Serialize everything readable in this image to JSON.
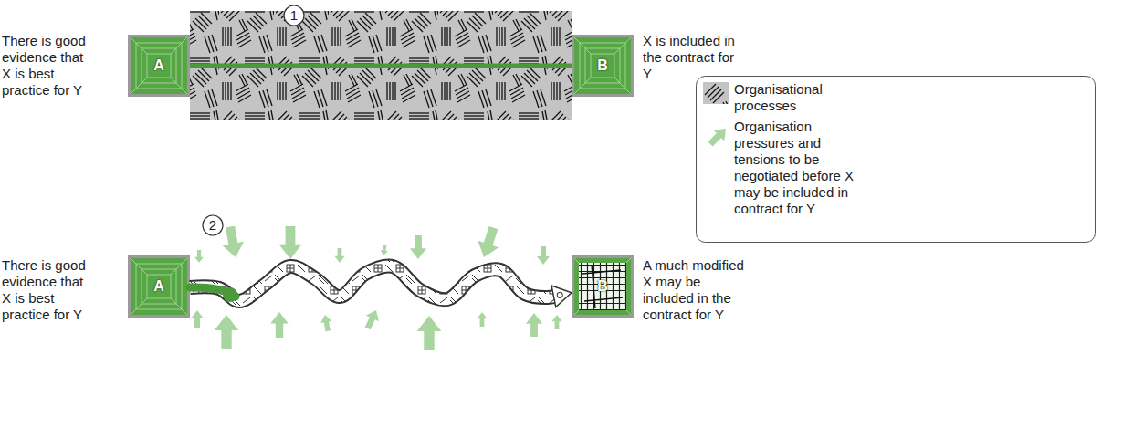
{
  "diagram": {
    "nodes": [
      {
        "text": [
          "A"
        ]
      },
      {
        "text": [
          "B"
        ]
      },
      {
        "text": [
          "A"
        ]
      },
      {
        "text": [
          "B"
        ]
      }
    ],
    "edges": [
      {
        "from": 0,
        "to": 1,
        "arrow": "none"
      },
      {
        "from": 2,
        "to": 3,
        "arrow": "to"
      }
    ],
    "labels": [
      "1",
      "There is good evidence that X is best practice for Y",
      "X is included in the contract for Y",
      "2",
      "There is good evidence that X is best practice for Y",
      "A much modified X may be included in the contract for Y"
    ],
    "legend": [
      {
        "text": "Organisational processes"
      },
      {
        "text": "Organisation pressures and tensions to be negotiated before X may be included in contract for Y"
      }
    ]
  }
}
